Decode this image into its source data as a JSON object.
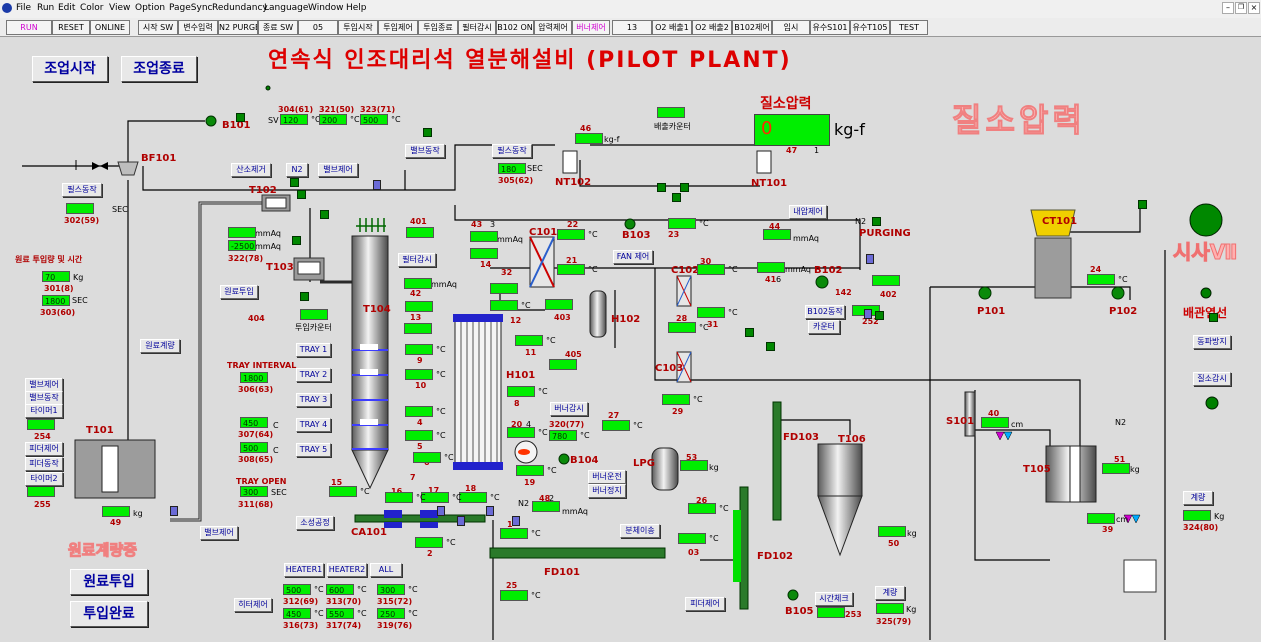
{
  "menu": [
    "File",
    "Run",
    "Edit",
    "Color",
    "View",
    "Option",
    "PageSync",
    "Redundancy",
    "Language",
    "Window",
    "Help"
  ],
  "toolbar": [
    "RUN",
    "RESET",
    "ONLINE",
    "시작 SW",
    "변수입력",
    "N2 PURGE",
    "종료 SW",
    "05",
    "투입시작",
    "투입제어",
    "투입종료",
    "필터감시",
    "B102 ON",
    "압력제어",
    "버너제어",
    "13",
    "O2 배출1",
    "O2 배출2",
    "B102제어",
    "임시",
    "유수S101",
    "유수T105",
    "TEST"
  ],
  "title": "연속식 인조대리석 열분해설비 (PILOT PLANT)",
  "op_start": "조업시작",
  "op_end": "조업종료",
  "raw_input": "원료투입",
  "input_done": "투입완료",
  "n2_label": "질소압력",
  "n2_value": "0",
  "n2_unit": "kg-f",
  "n2_small1": "47",
  "n2_small2": "1",
  "n2_big": "질소압력",
  "status_big": "시사Ⅶ",
  "heater_line": "배관열선",
  "faded_left": "원료계량중",
  "unit_labels": [
    {
      "t": "B101",
      "l": 222,
      "tp": 120
    },
    {
      "t": "BF101",
      "l": 141,
      "tp": 153
    },
    {
      "t": "T102",
      "l": 249,
      "tp": 185
    },
    {
      "t": "T103",
      "l": 266,
      "tp": 262
    },
    {
      "t": "T101",
      "l": 86,
      "tp": 425
    },
    {
      "t": "CA101",
      "l": 351,
      "tp": 527
    },
    {
      "t": "FD101",
      "l": 544,
      "tp": 567
    },
    {
      "t": "T104",
      "l": 363,
      "tp": 304
    },
    {
      "t": "H101",
      "l": 506,
      "tp": 370
    },
    {
      "t": "H102",
      "l": 611,
      "tp": 314
    },
    {
      "t": "C101",
      "l": 529,
      "tp": 227
    },
    {
      "t": "B103",
      "l": 622,
      "tp": 230
    },
    {
      "t": "C102",
      "l": 671,
      "tp": 265
    },
    {
      "t": "C103",
      "l": 655,
      "tp": 363
    },
    {
      "t": "B102",
      "l": 814,
      "tp": 265
    },
    {
      "t": "NT102",
      "l": 555,
      "tp": 177
    },
    {
      "t": "NT101",
      "l": 751,
      "tp": 178
    },
    {
      "t": "PURGING",
      "l": 859,
      "tp": 228
    },
    {
      "t": "P101",
      "l": 977,
      "tp": 306
    },
    {
      "t": "P102",
      "l": 1109,
      "tp": 306
    },
    {
      "t": "S101",
      "l": 946,
      "tp": 416
    },
    {
      "t": "T105",
      "l": 1023,
      "tp": 464
    },
    {
      "t": "T106",
      "l": 838,
      "tp": 434
    },
    {
      "t": "FD103",
      "l": 783,
      "tp": 432
    },
    {
      "t": "FD102",
      "l": 757,
      "tp": 551
    },
    {
      "t": "B105",
      "l": 785,
      "tp": 606
    },
    {
      "t": "B104",
      "l": 570,
      "tp": 455
    },
    {
      "t": "LPG",
      "l": 633,
      "tp": 458
    },
    {
      "t": "CT101",
      "l": 1042,
      "tp": 216
    }
  ],
  "red_texts": [
    {
      "t": "원료 투입량 및 시간",
      "l": 15,
      "tp": 254
    },
    {
      "t": "TRAY INTERVAL",
      "l": 227,
      "tp": 361
    },
    {
      "t": "TRAY OPEN",
      "l": 236,
      "tp": 477
    },
    {
      "t": "404",
      "l": 248,
      "tp": 314
    },
    {
      "t": "302(59)",
      "l": 64,
      "tp": 216
    },
    {
      "t": "301(8)",
      "l": 44,
      "tp": 284
    },
    {
      "t": "303(60)",
      "l": 40,
      "tp": 308
    },
    {
      "t": "306(63)",
      "l": 238,
      "tp": 385
    },
    {
      "t": "307(64)",
      "l": 238,
      "tp": 430
    },
    {
      "t": "308(65)",
      "l": 238,
      "tp": 455
    },
    {
      "t": "311(68)",
      "l": 238,
      "tp": 500
    },
    {
      "t": "322(78)",
      "l": 228,
      "tp": 254
    },
    {
      "t": "304(61)",
      "l": 278,
      "tp": 105
    },
    {
      "t": "321(50)",
      "l": 319,
      "tp": 105
    },
    {
      "t": "323(71)",
      "l": 360,
      "tp": 105
    },
    {
      "t": "305(62)",
      "l": 498,
      "tp": 176
    },
    {
      "t": "320(77)",
      "l": 549,
      "tp": 420
    },
    {
      "t": "312(69)",
      "l": 283,
      "tp": 597
    },
    {
      "t": "313(70)",
      "l": 326,
      "tp": 597
    },
    {
      "t": "315(72)",
      "l": 377,
      "tp": 597
    },
    {
      "t": "316(73)",
      "l": 283,
      "tp": 621
    },
    {
      "t": "317(74)",
      "l": 326,
      "tp": 621
    },
    {
      "t": "319(76)",
      "l": 377,
      "tp": 621
    },
    {
      "t": "324(80)",
      "l": 1183,
      "tp": 523
    },
    {
      "t": "325(79)",
      "l": 876,
      "tp": 617
    },
    {
      "t": "254",
      "l": 34,
      "tp": 432
    },
    {
      "t": "255",
      "l": 34,
      "tp": 500
    },
    {
      "t": "49",
      "l": 110,
      "tp": 518
    },
    {
      "t": "401",
      "l": 410,
      "tp": 217
    },
    {
      "t": "402",
      "l": 880,
      "tp": 290
    },
    {
      "t": "403",
      "l": 554,
      "tp": 313
    },
    {
      "t": "405",
      "l": 565,
      "tp": 350
    },
    {
      "t": "42",
      "l": 410,
      "tp": 289
    },
    {
      "t": "13",
      "l": 410,
      "tp": 313
    },
    {
      "t": "9",
      "l": 417,
      "tp": 356
    },
    {
      "t": "10",
      "l": 415,
      "tp": 381
    },
    {
      "t": "4",
      "l": 417,
      "tp": 418
    },
    {
      "t": "5",
      "l": 417,
      "tp": 442
    },
    {
      "t": "6",
      "l": 424,
      "tp": 458
    },
    {
      "t": "7",
      "l": 410,
      "tp": 473
    },
    {
      "t": "43",
      "l": 471,
      "tp": 220
    },
    {
      "t": "14",
      "l": 480,
      "tp": 260
    },
    {
      "t": "32",
      "l": 501,
      "tp": 268
    },
    {
      "t": "11",
      "l": 525,
      "tp": 348
    },
    {
      "t": "12",
      "l": 510,
      "tp": 316
    },
    {
      "t": "8",
      "l": 514,
      "tp": 399
    },
    {
      "t": "22",
      "l": 567,
      "tp": 220
    },
    {
      "t": "21",
      "l": 566,
      "tp": 256
    },
    {
      "t": "23",
      "l": 668,
      "tp": 230
    },
    {
      "t": "30",
      "l": 700,
      "tp": 257
    },
    {
      "t": "28",
      "l": 676,
      "tp": 314
    },
    {
      "t": "31",
      "l": 707,
      "tp": 320
    },
    {
      "t": "29",
      "l": 672,
      "tp": 407
    },
    {
      "t": "44",
      "l": 769,
      "tp": 222
    },
    {
      "t": "41",
      "l": 765,
      "tp": 275
    },
    {
      "t": "142",
      "l": 835,
      "tp": 288
    },
    {
      "t": "252",
      "l": 862,
      "tp": 317
    },
    {
      "t": "24",
      "l": 1090,
      "tp": 265
    },
    {
      "t": "40",
      "l": 988,
      "tp": 409
    },
    {
      "t": "39",
      "l": 1102,
      "tp": 525
    },
    {
      "t": "51",
      "l": 1114,
      "tp": 455
    },
    {
      "t": "50",
      "l": 888,
      "tp": 539
    },
    {
      "t": "53",
      "l": 686,
      "tp": 453
    },
    {
      "t": "27",
      "l": 608,
      "tp": 411
    },
    {
      "t": "20",
      "l": 511,
      "tp": 420
    },
    {
      "t": "19",
      "l": 524,
      "tp": 478
    },
    {
      "t": "18",
      "l": 465,
      "tp": 484
    },
    {
      "t": "17",
      "l": 428,
      "tp": 486
    },
    {
      "t": "16",
      "l": 391,
      "tp": 487
    },
    {
      "t": "15",
      "l": 331,
      "tp": 478
    },
    {
      "t": "1",
      "l": 507,
      "tp": 520
    },
    {
      "t": "2",
      "l": 427,
      "tp": 549
    },
    {
      "t": "48",
      "l": 539,
      "tp": 494
    },
    {
      "t": "25",
      "l": 506,
      "tp": 581
    },
    {
      "t": "26",
      "l": 696,
      "tp": 496
    },
    {
      "t": "03",
      "l": 688,
      "tp": 548
    },
    {
      "t": "253",
      "l": 845,
      "tp": 610
    },
    {
      "t": "46",
      "l": 580,
      "tp": 124
    }
  ],
  "black_texts": [
    {
      "t": "SV",
      "l": 268,
      "tp": 116
    },
    {
      "t": "배출카운터",
      "l": 654,
      "tp": 121
    },
    {
      "t": "투입카운터",
      "l": 295,
      "tp": 322
    },
    {
      "t": "Kg",
      "l": 73,
      "tp": 273
    },
    {
      "t": "SEC",
      "l": 112,
      "tp": 205
    },
    {
      "t": "SEC",
      "l": 72,
      "tp": 296
    },
    {
      "t": "SEC",
      "l": 527,
      "tp": 164
    },
    {
      "t": "SEC",
      "l": 271,
      "tp": 488
    },
    {
      "t": "mmAq",
      "l": 255,
      "tp": 229
    },
    {
      "t": "mmAq",
      "l": 255,
      "tp": 242
    },
    {
      "t": "mmAq",
      "l": 497,
      "tp": 235
    },
    {
      "t": "mmAq",
      "l": 431,
      "tp": 280
    },
    {
      "t": "mmAq",
      "l": 793,
      "tp": 234
    },
    {
      "t": "mmAq",
      "l": 785,
      "tp": 265
    },
    {
      "t": "mmAq",
      "l": 562,
      "tp": 507
    },
    {
      "t": "kg-f",
      "l": 604,
      "tp": 135
    },
    {
      "t": "C",
      "l": 273,
      "tp": 421
    },
    {
      "t": "C",
      "l": 273,
      "tp": 446
    },
    {
      "t": "cm",
      "l": 1011,
      "tp": 420
    },
    {
      "t": "cm",
      "l": 1116,
      "tp": 515
    },
    {
      "t": "kg",
      "l": 133,
      "tp": 509
    },
    {
      "t": "kg",
      "l": 709,
      "tp": 463
    },
    {
      "t": "kg",
      "l": 907,
      "tp": 529
    },
    {
      "t": "kg",
      "l": 1130,
      "tp": 465
    },
    {
      "t": "Kg",
      "l": 1214,
      "tp": 512
    },
    {
      "t": "Kg",
      "l": 906,
      "tp": 605
    },
    {
      "t": "N2",
      "l": 855,
      "tp": 217
    },
    {
      "t": "N2",
      "l": 518,
      "tp": 499
    },
    {
      "t": "N2",
      "l": 1115,
      "tp": 418
    },
    {
      "t": "3",
      "l": 490,
      "tp": 220
    },
    {
      "t": "6",
      "l": 776,
      "tp": 275
    },
    {
      "t": "4",
      "l": 526,
      "tp": 420
    },
    {
      "t": "2",
      "l": 549,
      "tp": 494
    },
    {
      "t": "7",
      "l": 1100,
      "tp": 278
    }
  ],
  "gboxes": [
    {
      "v": "120",
      "l": 280,
      "tp": 114,
      "u": "°C"
    },
    {
      "v": "200",
      "l": 319,
      "tp": 114,
      "u": "°C"
    },
    {
      "v": "500",
      "l": 360,
      "tp": 114,
      "u": "°C"
    },
    {
      "v": "",
      "l": 657,
      "tp": 107
    },
    {
      "v": "",
      "l": 575,
      "tp": 133
    },
    {
      "v": "180",
      "l": 498,
      "tp": 163
    },
    {
      "v": "",
      "l": 66,
      "tp": 203
    },
    {
      "v": "70",
      "l": 42,
      "tp": 271
    },
    {
      "v": "1800",
      "l": 42,
      "tp": 295
    },
    {
      "v": "",
      "l": 228,
      "tp": 227
    },
    {
      "v": "-2500",
      "l": 228,
      "tp": 240
    },
    {
      "v": "",
      "l": 300,
      "tp": 309
    },
    {
      "v": "",
      "l": 406,
      "tp": 227
    },
    {
      "v": "",
      "l": 470,
      "tp": 231
    },
    {
      "v": "",
      "l": 470,
      "tp": 248
    },
    {
      "v": "",
      "l": 404,
      "tp": 278
    },
    {
      "v": "",
      "l": 405,
      "tp": 301
    },
    {
      "v": "",
      "l": 404,
      "tp": 323
    },
    {
      "v": "",
      "l": 405,
      "tp": 344,
      "u": "°C"
    },
    {
      "v": "",
      "l": 405,
      "tp": 369,
      "u": "°C"
    },
    {
      "v": "",
      "l": 405,
      "tp": 406,
      "u": "°C"
    },
    {
      "v": "",
      "l": 405,
      "tp": 430,
      "u": "°C"
    },
    {
      "v": "",
      "l": 413,
      "tp": 452,
      "u": "°C"
    },
    {
      "v": "",
      "l": 490,
      "tp": 283
    },
    {
      "v": "",
      "l": 490,
      "tp": 300,
      "u": "°C"
    },
    {
      "v": "",
      "l": 545,
      "tp": 299
    },
    {
      "v": "",
      "l": 515,
      "tp": 335,
      "u": "°C"
    },
    {
      "v": "",
      "l": 549,
      "tp": 359
    },
    {
      "v": "",
      "l": 507,
      "tp": 386,
      "u": "°C"
    },
    {
      "v": "",
      "l": 557,
      "tp": 229,
      "u": "°C"
    },
    {
      "v": "",
      "l": 557,
      "tp": 264,
      "u": "°C"
    },
    {
      "v": "",
      "l": 668,
      "tp": 218,
      "u": "°C"
    },
    {
      "v": "",
      "l": 697,
      "tp": 264,
      "u": "°C"
    },
    {
      "v": "",
      "l": 697,
      "tp": 307,
      "u": "°C"
    },
    {
      "v": "",
      "l": 668,
      "tp": 322,
      "u": "°C"
    },
    {
      "v": "",
      "l": 662,
      "tp": 394,
      "u": "°C"
    },
    {
      "v": "",
      "l": 763,
      "tp": 229
    },
    {
      "v": "",
      "l": 757,
      "tp": 262
    },
    {
      "v": "",
      "l": 872,
      "tp": 275
    },
    {
      "v": "",
      "l": 852,
      "tp": 305
    },
    {
      "v": "",
      "l": 1087,
      "tp": 274,
      "u": "°C"
    },
    {
      "v": "",
      "l": 981,
      "tp": 417
    },
    {
      "v": "",
      "l": 1102,
      "tp": 463
    },
    {
      "v": "",
      "l": 1087,
      "tp": 513
    },
    {
      "v": "",
      "l": 1183,
      "tp": 510
    },
    {
      "v": "",
      "l": 878,
      "tp": 526
    },
    {
      "v": "",
      "l": 876,
      "tp": 603
    },
    {
      "v": "",
      "l": 817,
      "tp": 607
    },
    {
      "v": "",
      "l": 680,
      "tp": 460
    },
    {
      "v": "",
      "l": 688,
      "tp": 503,
      "u": "°C"
    },
    {
      "v": "",
      "l": 678,
      "tp": 533,
      "u": "°C"
    },
    {
      "v": "",
      "l": 602,
      "tp": 420,
      "u": "°C"
    },
    {
      "v": "",
      "l": 507,
      "tp": 427,
      "u": "°C"
    },
    {
      "v": "780",
      "l": 549,
      "tp": 430,
      "u": "°C"
    },
    {
      "v": "",
      "l": 516,
      "tp": 465,
      "u": "°C"
    },
    {
      "v": "",
      "l": 459,
      "tp": 492,
      "u": "°C"
    },
    {
      "v": "",
      "l": 421,
      "tp": 492,
      "u": "°C"
    },
    {
      "v": "",
      "l": 385,
      "tp": 492,
      "u": "°C"
    },
    {
      "v": "",
      "l": 329,
      "tp": 486,
      "u": "°C"
    },
    {
      "v": "",
      "l": 532,
      "tp": 501
    },
    {
      "v": "",
      "l": 500,
      "tp": 528,
      "u": "°C"
    },
    {
      "v": "",
      "l": 415,
      "tp": 537,
      "u": "°C"
    },
    {
      "v": "",
      "l": 500,
      "tp": 590,
      "u": "°C"
    },
    {
      "v": "",
      "l": 102,
      "tp": 506
    },
    {
      "v": "",
      "l": 27,
      "tp": 419
    },
    {
      "v": "",
      "l": 27,
      "tp": 486
    },
    {
      "v": "1800",
      "l": 240,
      "tp": 372
    },
    {
      "v": "450",
      "l": 240,
      "tp": 417
    },
    {
      "v": "500",
      "l": 240,
      "tp": 442
    },
    {
      "v": "300",
      "l": 240,
      "tp": 486
    },
    {
      "v": "500",
      "l": 283,
      "tp": 584,
      "u": "°C"
    },
    {
      "v": "600",
      "l": 326,
      "tp": 584,
      "u": "°C"
    },
    {
      "v": "300",
      "l": 377,
      "tp": 584,
      "u": "°C"
    },
    {
      "v": "450",
      "l": 283,
      "tp": 608,
      "u": "°C"
    },
    {
      "v": "550",
      "l": 326,
      "tp": 608,
      "u": "°C"
    },
    {
      "v": "250",
      "l": 377,
      "tp": 608,
      "u": "°C"
    }
  ],
  "buttons": [
    {
      "t": "필스동작",
      "l": 62,
      "tp": 183,
      "w": 38
    },
    {
      "t": "원료투입",
      "l": 220,
      "tp": 285,
      "w": 36
    },
    {
      "t": "원료계량",
      "l": 140,
      "tp": 339,
      "w": 38
    },
    {
      "t": "산소제거",
      "l": 231,
      "tp": 163,
      "w": 38
    },
    {
      "t": "N2",
      "l": 286,
      "tp": 163,
      "w": 20
    },
    {
      "t": "밸브제어",
      "l": 318,
      "tp": 163,
      "w": 38
    },
    {
      "t": "밸브동작",
      "l": 405,
      "tp": 144,
      "w": 38
    },
    {
      "t": "필스동작",
      "l": 492,
      "tp": 144,
      "w": 38
    },
    {
      "t": "필터감시",
      "l": 398,
      "tp": 253,
      "w": 36
    },
    {
      "t": "TRAY 1",
      "l": 296,
      "tp": 343,
      "w": 33
    },
    {
      "t": "TRAY 2",
      "l": 296,
      "tp": 368,
      "w": 33
    },
    {
      "t": "TRAY 3",
      "l": 296,
      "tp": 393,
      "w": 33
    },
    {
      "t": "TRAY 4",
      "l": 296,
      "tp": 418,
      "w": 33
    },
    {
      "t": "TRAY 5",
      "l": 296,
      "tp": 443,
      "w": 33
    },
    {
      "t": "소성공정",
      "l": 296,
      "tp": 516,
      "w": 36
    },
    {
      "t": "밸브제어",
      "l": 25,
      "tp": 378,
      "w": 36
    },
    {
      "t": "밸브동작",
      "l": 25,
      "tp": 391,
      "w": 36
    },
    {
      "t": "타이머1",
      "l": 25,
      "tp": 404,
      "w": 36
    },
    {
      "t": "피더제어",
      "l": 25,
      "tp": 442,
      "w": 36
    },
    {
      "t": "피더동작",
      "l": 25,
      "tp": 457,
      "w": 36
    },
    {
      "t": "타이머2",
      "l": 25,
      "tp": 472,
      "w": 36
    },
    {
      "t": "밸브제어",
      "l": 200,
      "tp": 526,
      "w": 36
    },
    {
      "t": "FAN 제어",
      "l": 613,
      "tp": 250,
      "w": 38
    },
    {
      "t": "내압제어",
      "l": 789,
      "tp": 205,
      "w": 36
    },
    {
      "t": "B102동작",
      "l": 805,
      "tp": 305,
      "w": 38
    },
    {
      "t": "카운터",
      "l": 808,
      "tp": 320,
      "w": 30
    },
    {
      "t": "버너감시",
      "l": 550,
      "tp": 402,
      "w": 36
    },
    {
      "t": "버너운전",
      "l": 588,
      "tp": 470,
      "w": 36
    },
    {
      "t": "버너정지",
      "l": 588,
      "tp": 484,
      "w": 36
    },
    {
      "t": "분체이송",
      "l": 620,
      "tp": 524,
      "w": 38
    },
    {
      "t": "HEATER1",
      "l": 284,
      "tp": 563,
      "w": 38
    },
    {
      "t": "HEATER2",
      "l": 327,
      "tp": 563,
      "w": 38
    },
    {
      "t": "ALL",
      "l": 370,
      "tp": 563,
      "w": 30
    },
    {
      "t": "히터제어",
      "l": 234,
      "tp": 598,
      "w": 36
    },
    {
      "t": "피더제어",
      "l": 685,
      "tp": 597,
      "w": 38
    },
    {
      "t": "시간체크",
      "l": 815,
      "tp": 592,
      "w": 36
    },
    {
      "t": "계량",
      "l": 875,
      "tp": 586,
      "w": 28
    },
    {
      "t": "계량",
      "l": 1183,
      "tp": 491,
      "w": 28
    },
    {
      "t": "동파방지",
      "l": 1193,
      "tp": 335,
      "w": 36
    },
    {
      "t": "질소감시",
      "l": 1193,
      "tp": 372,
      "w": 36
    }
  ]
}
